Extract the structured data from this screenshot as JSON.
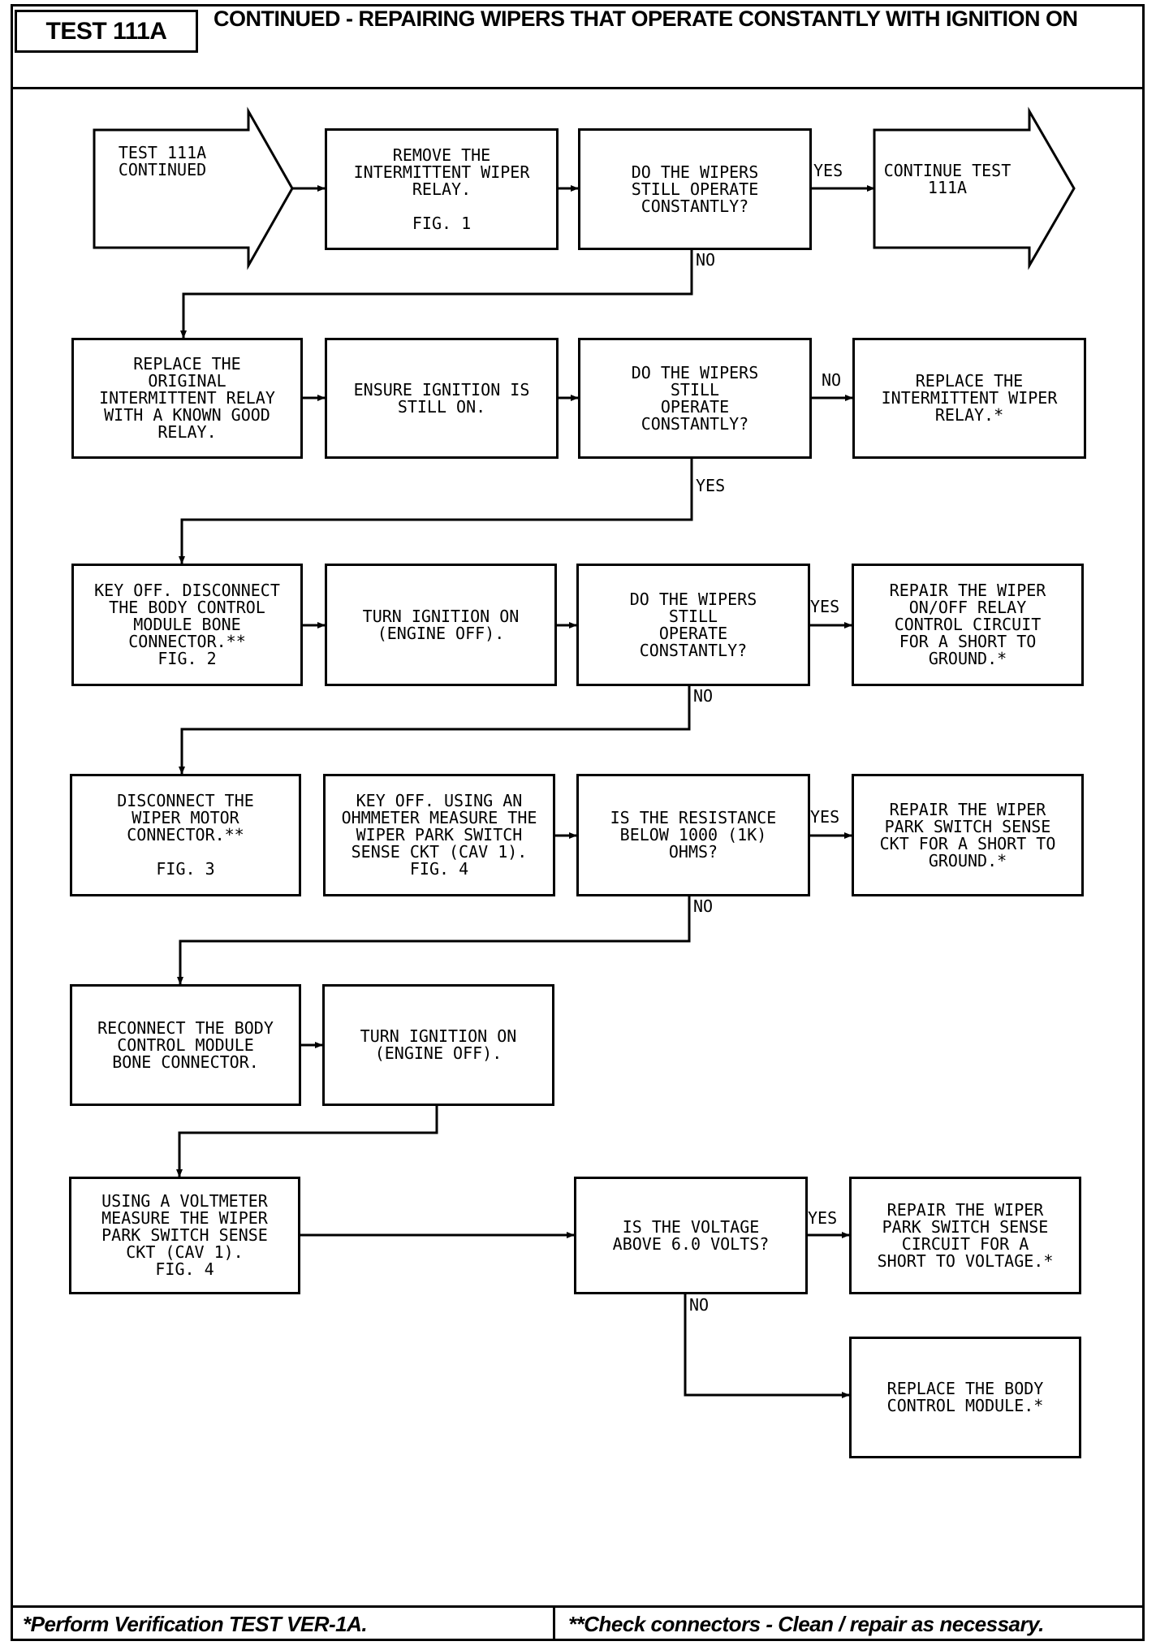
{
  "header": {
    "test_id": "TEST 111A",
    "title": "CONTINUED - REPAIRING WIPERS THAT OPERATE CONSTANTLY WITH IGNITION ON"
  },
  "footer": {
    "left_note": "*Perform Verification TEST VER-1A.",
    "right_note": "**Check connectors - Clean / repair as necessary."
  },
  "flow": {
    "start": "TEST 111A\nCONTINUED",
    "end": "CONTINUE TEST\n111A",
    "r1_remove": "REMOVE THE\nINTERMITTENT WIPER\nRELAY.\n\nFIG. 1",
    "r1_question": "DO THE WIPERS\nSTILL OPERATE\nCONSTANTLY?",
    "r2_replace_original": "REPLACE THE\nORIGINAL\nINTERMITTENT RELAY\nWITH A KNOWN GOOD\nRELAY.",
    "r2_ensure": "ENSURE IGNITION IS\nSTILL ON.",
    "r2_question": "DO THE WIPERS\nSTILL\nOPERATE\nCONSTANTLY?",
    "r2_replace_relay": "REPLACE THE\nINTERMITTENT WIPER\nRELAY.*",
    "r3_keyoff": "KEY OFF. DISCONNECT\nTHE BODY CONTROL\nMODULE BONE\nCONNECTOR.**\nFIG. 2",
    "r3_turn_on": "TURN IGNITION ON\n(ENGINE OFF).",
    "r3_question": "DO THE WIPERS\nSTILL\nOPERATE\nCONSTANTLY?",
    "r3_repair": "REPAIR THE WIPER\nON/OFF RELAY\nCONTROL CIRCUIT\nFOR A SHORT TO\nGROUND.*",
    "r4_disconnect": "DISCONNECT THE\nWIPER MOTOR\nCONNECTOR.**\n\nFIG. 3",
    "r4_measure": "KEY OFF. USING AN\nOHMMETER MEASURE THE\nWIPER PARK SWITCH\nSENSE CKT (CAV 1).\nFIG. 4",
    "r4_question": "IS THE RESISTANCE\nBELOW 1000 (1K)\nOHMS?",
    "r4_repair": "REPAIR THE WIPER\nPARK SWITCH SENSE\nCKT FOR A SHORT TO\nGROUND.*",
    "r5_reconnect": "RECONNECT THE BODY\nCONTROL MODULE\nBONE CONNECTOR.",
    "r5_turn_on": "TURN IGNITION ON\n(ENGINE OFF).",
    "r6_voltmeter": "USING A VOLTMETER\nMEASURE THE WIPER\nPARK SWITCH SENSE\nCKT (CAV 1).\nFIG. 4",
    "r6_question": "IS THE VOLTAGE\nABOVE 6.0 VOLTS?",
    "r6_repair": "REPAIR THE WIPER\nPARK SWITCH SENSE\nCIRCUIT FOR A\nSHORT TO VOLTAGE.*",
    "r7_replace_module": "REPLACE THE BODY\nCONTROL MODULE.*"
  },
  "labels": {
    "yes": "YES",
    "no": "NO"
  }
}
